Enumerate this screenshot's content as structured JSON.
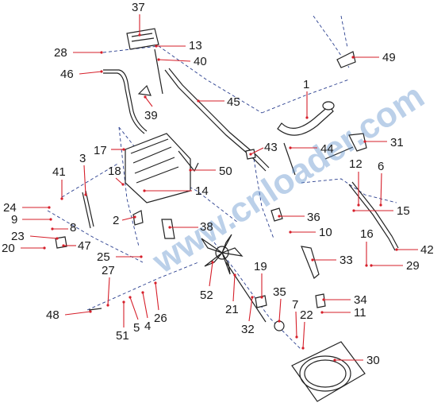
{
  "watermark": "www.cnloader.com",
  "callouts": {
    "p1": "1",
    "p2": "2",
    "p3": "3",
    "p4": "4",
    "p5": "5",
    "p6": "6",
    "p7": "7",
    "p8": "8",
    "p9": "9",
    "p10": "10",
    "p11": "11",
    "p12": "12",
    "p13": "13",
    "p14": "14",
    "p15": "15",
    "p16": "16",
    "p17": "17",
    "p18": "18",
    "p19": "19",
    "p20": "20",
    "p21": "21",
    "p22": "22",
    "p23": "23",
    "p24": "24",
    "p25": "25",
    "p26": "26",
    "p27": "27",
    "p28": "28",
    "p29": "29",
    "p30": "30",
    "p31": "31",
    "p32": "32",
    "p33": "33",
    "p34": "34",
    "p35": "35",
    "p36": "36",
    "p37": "37",
    "p38": "38",
    "p39": "39",
    "p40": "40",
    "p41": "41",
    "p42": "42",
    "p43": "43",
    "p44": "44",
    "p45": "45",
    "p46": "46",
    "p47": "47",
    "p48": "48",
    "p49": "49",
    "p50": "50",
    "p51": "51",
    "p52": "52"
  },
  "colors": {
    "leader": "#d61f2a",
    "assembly_line": "#2a3f8f",
    "watermark": "#4f86c6"
  }
}
